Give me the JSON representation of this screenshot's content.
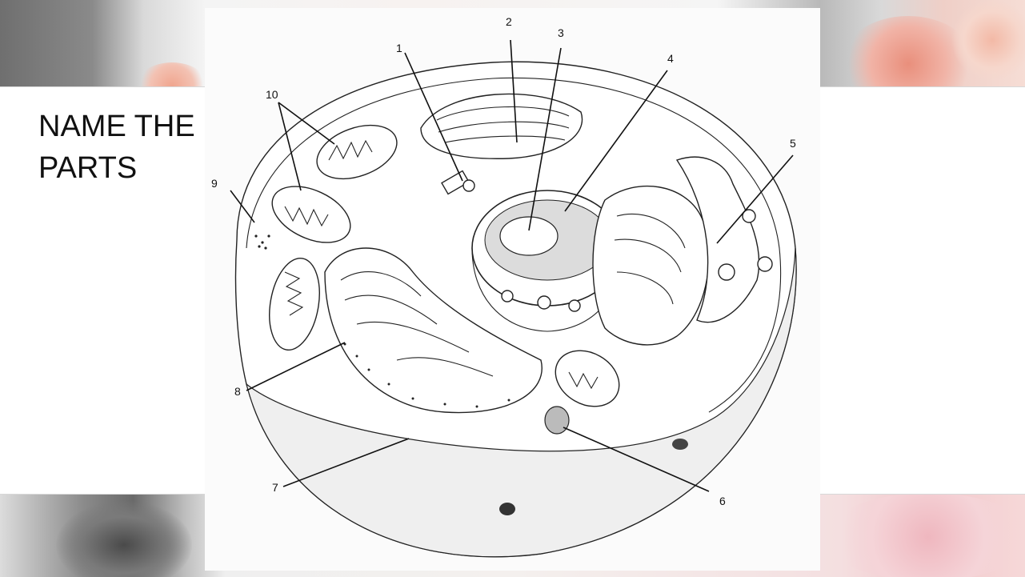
{
  "slide": {
    "title": "NAME THE\nPARTS"
  },
  "diagram": {
    "labels": [
      "1",
      "2",
      "3",
      "4",
      "5",
      "6",
      "7",
      "8",
      "9",
      "10"
    ]
  },
  "colors": {
    "band": "#ffffff",
    "text": "#111111",
    "accent_pink": "#e9a99a"
  }
}
